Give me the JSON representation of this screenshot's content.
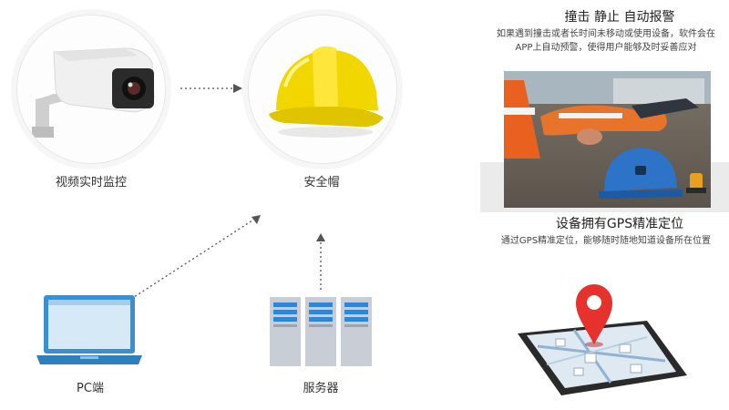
{
  "nodes": {
    "camera_label": "视频实时监控",
    "helmet_label": "安全帽",
    "pc_label": "PC端",
    "server_label": "服务器"
  },
  "features": [
    {
      "title": "撞击 静止 自动报警",
      "description_line1": "如果遇到撞击或者长时间未移动或使用设备，软件会在",
      "description_line2": "APP上自动预警，使得用户能够及时妥善应对"
    },
    {
      "title": "设备拥有GPS精准定位",
      "description_line1": "通过GPS精准定位，能够随时随地知道设备所在位置"
    }
  ],
  "colors": {
    "helmet_yellow": "#f2d600",
    "helmet_blue": "#2d73c8",
    "laptop_blue": "#3a8fd0",
    "server_blue": "#2f86d6",
    "pin_red": "#e5322d",
    "arrow_gray": "#555555"
  },
  "icons": [
    "cctv-camera-icon",
    "safety-helmet-icon",
    "laptop-icon",
    "server-rack-icon",
    "gps-tablet-icon",
    "map-pin-icon"
  ]
}
